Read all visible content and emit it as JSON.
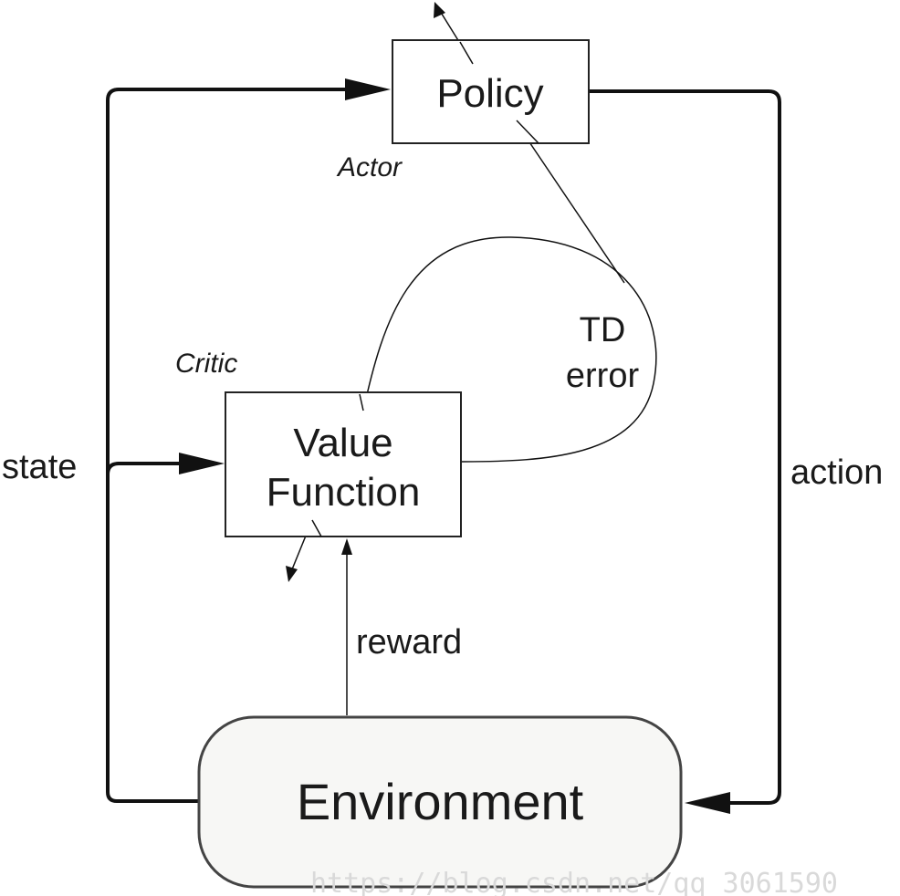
{
  "nodes": {
    "policy": {
      "label": "Policy"
    },
    "actor": {
      "label": "Actor"
    },
    "critic": {
      "label": "Critic"
    },
    "value_function": {
      "line1": "Value",
      "line2": "Function"
    },
    "environment": {
      "label": "Environment"
    }
  },
  "edges": {
    "state": {
      "label": "state"
    },
    "action": {
      "label": "action"
    },
    "reward": {
      "label": "reward"
    },
    "td_error": {
      "line1": "TD",
      "line2": "error"
    }
  },
  "watermark": {
    "text": "https://blog.csdn.net/qq_3061590"
  }
}
